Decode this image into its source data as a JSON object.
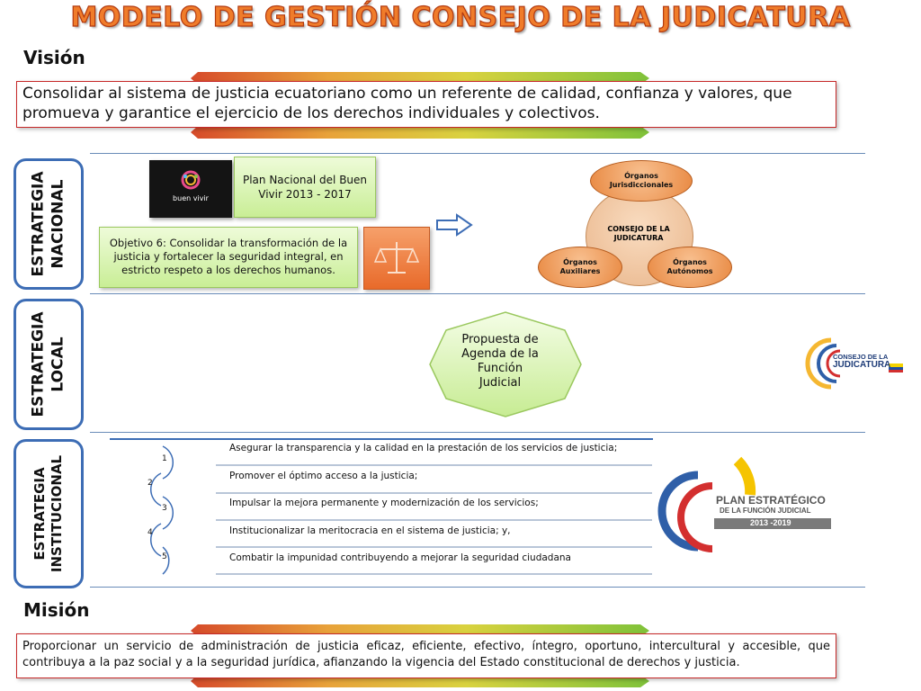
{
  "title": "MODELO DE GESTIÓN CONSEJO DE LA JUDICATURA",
  "vision": {
    "label": "Visión",
    "text": "Consolidar al sistema de justicia ecuatoriano como un referente de calidad, confianza y valores, que promueva y garantice el ejercicio de los derechos individuales y colectivos."
  },
  "estrategia_nacional": {
    "label_line1": "ESTRATEGIA",
    "label_line2": "NACIONAL",
    "logo_text": "buen vivir",
    "plan_text": "Plan Nacional del Buen Vivir 2013 - 2017",
    "objetivo_text": "Objetivo 6: Consolidar la transformación de la justicia y fortalecer la seguridad integral, en estricto respeto a los derechos humanos.",
    "organos": {
      "center": "CONSEJO DE LA JUDICATURA",
      "top": "Órganos Jurisdiccionales",
      "left": "Órganos Auxiliares",
      "right": "Órganos Autónomos"
    }
  },
  "estrategia_local": {
    "label_line1": "ESTRATEGIA",
    "label_line2": "LOCAL",
    "hexagon_text": "Propuesta de Agenda de la Función Judicial",
    "logo_line1": "CONSEJO DE LA",
    "logo_line2": "JUDICATURA"
  },
  "estrategia_institucional": {
    "label_line1": "ESTRATEGIA",
    "label_line2": "INSTITUCIONAL",
    "items": [
      {
        "num": "1",
        "text": "Asegurar la transparencia y la calidad en la prestación de los servicios de justicia;"
      },
      {
        "num": "2",
        "text": "Promover el óptimo acceso a la justicia;"
      },
      {
        "num": "3",
        "text": "Impulsar la mejora permanente y modernización de los servicios;"
      },
      {
        "num": "4",
        "text": "Institucionalizar la meritocracia en el sistema de justicia; y,"
      },
      {
        "num": "5",
        "text": "Combatir la impunidad contribuyendo a mejorar la seguridad ciudadana"
      }
    ],
    "plan_logo_line1": "PLAN ESTRATÉGICO",
    "plan_logo_line2": "DE LA FUNCIÓN JUDICIAL",
    "plan_logo_years": "2013 -2019"
  },
  "mision": {
    "label": "Misión",
    "text": "Proporcionar un servicio de administración de justicia eficaz, eficiente, efectivo, íntegro, oportuno, intercultural y accesible, que contribuya a la paz social y a la seguridad jurídica, afianzando la vigencia del Estado constitucional de derechos y justicia."
  },
  "colors": {
    "title": "#f07c2a",
    "border_blue": "#3d6db5",
    "box_red": "#c62828",
    "green": "#c9ee96",
    "orange": "#e8873f"
  }
}
